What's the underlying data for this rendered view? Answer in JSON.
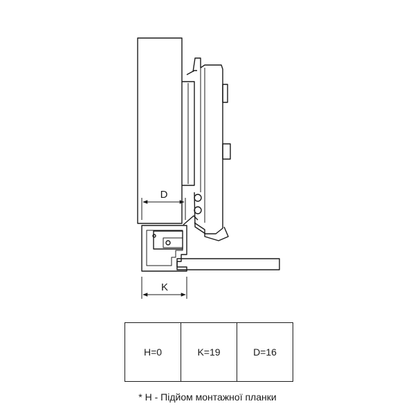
{
  "diagram": {
    "dimension_labels": {
      "d": "D",
      "k": "K"
    }
  },
  "specs": [
    {
      "label": "H=0"
    },
    {
      "label": "K=19"
    },
    {
      "label": "D=16"
    }
  ],
  "footnote": "* H - Підйом монтажної планки"
}
